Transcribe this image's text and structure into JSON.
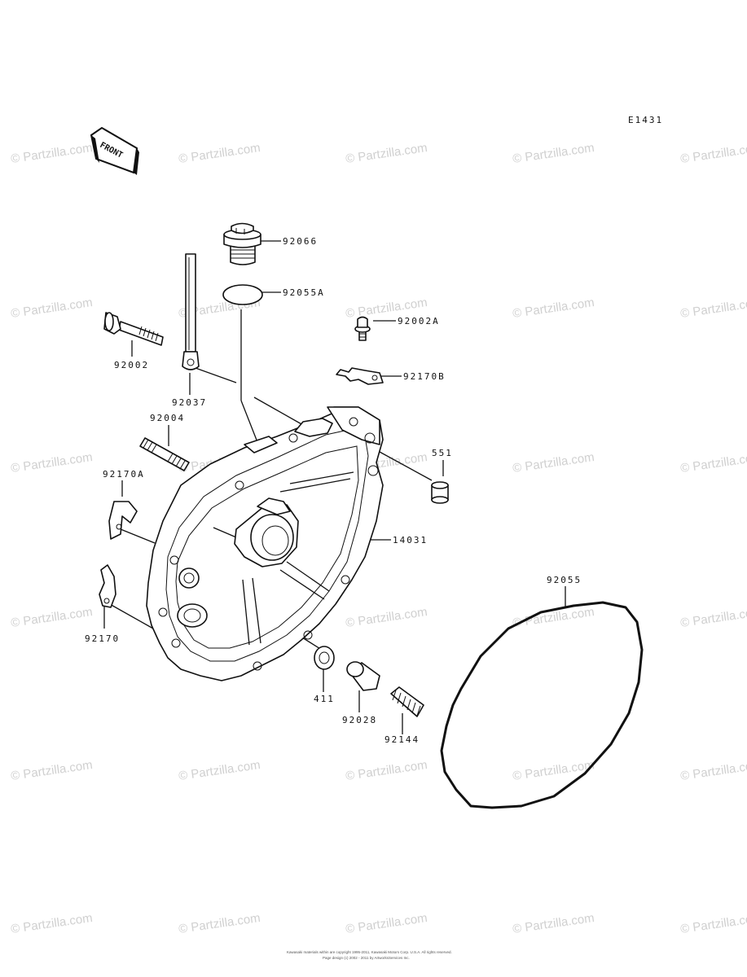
{
  "diagram_id": "E1431",
  "front_label": "FRONT",
  "watermark": "© Partzilla.com",
  "parts": [
    {
      "id": "p92066",
      "number": "92066"
    },
    {
      "id": "p92055A",
      "number": "92055A"
    },
    {
      "id": "p92002A",
      "number": "92002A"
    },
    {
      "id": "p92002",
      "number": "92002"
    },
    {
      "id": "p92170B",
      "number": "92170B"
    },
    {
      "id": "p92037",
      "number": "92037"
    },
    {
      "id": "p92004",
      "number": "92004"
    },
    {
      "id": "p551",
      "number": "551"
    },
    {
      "id": "p92170A",
      "number": "92170A"
    },
    {
      "id": "p14031",
      "number": "14031"
    },
    {
      "id": "p92055",
      "number": "92055"
    },
    {
      "id": "p92170",
      "number": "92170"
    },
    {
      "id": "p411",
      "number": "411"
    },
    {
      "id": "p92028",
      "number": "92028"
    },
    {
      "id": "p92144",
      "number": "92144"
    }
  ],
  "footer": {
    "line1": "Kawasaki materials within are copyright 1995-2011, Kawasaki Motors Corp. U.S.A. All rights reserved.",
    "line2": "Page design (c) 2002 - 2011 by ArtworksServices Inc."
  }
}
